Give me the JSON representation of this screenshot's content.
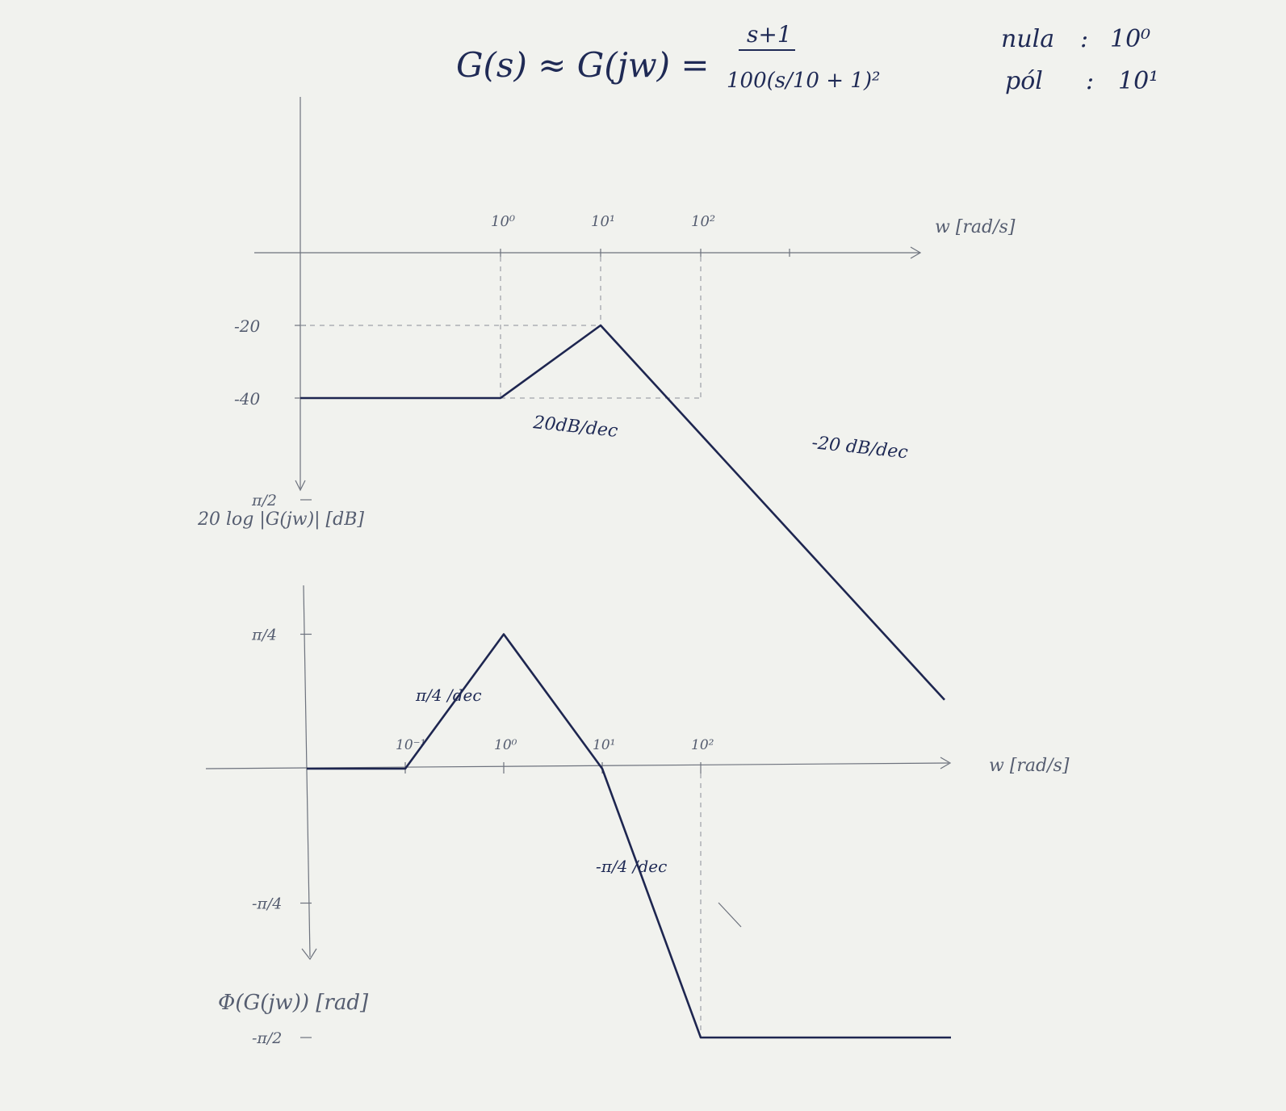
{
  "header": {
    "lhs": "G(s) ≈ G(jw) =",
    "numerator": "s+1",
    "denominator": "100(s/10 + 1)²",
    "zero_label": "nula",
    "zero_value": "10⁰",
    "pole_label": "pól",
    "pole_value": "10¹"
  },
  "chart_data": [
    {
      "type": "line",
      "title": "",
      "xlabel": "w [rad/s]",
      "ylabel": "20 log |G(jw)| [dB]",
      "x_scale": "log",
      "x_tick_labels": [
        "10⁰",
        "10¹",
        "10²"
      ],
      "x_ticks": [
        1,
        10,
        100
      ],
      "y_tick_labels": [
        "-20",
        "-40"
      ],
      "y_ticks": [
        -20,
        -40
      ],
      "series": [
        {
          "x": [
            0.01,
            1,
            10,
            1000
          ],
          "y": [
            -40,
            -40,
            -20,
            -80
          ]
        }
      ],
      "annotations": [
        "20dB/dec",
        "-20 dB/dec"
      ]
    },
    {
      "type": "line",
      "title": "",
      "xlabel": "w [rad/s]",
      "ylabel": "Φ(G(jw)) [rad]",
      "x_scale": "log",
      "x_tick_labels": [
        "10⁻¹",
        "10⁰",
        "10¹",
        "10²"
      ],
      "x_ticks": [
        0.1,
        1,
        10,
        100
      ],
      "y_tick_labels": [
        "π/2",
        "π/4",
        "-π/4",
        "-π/2"
      ],
      "y_ticks": [
        1.5708,
        0.7854,
        -0.7854,
        -1.5708
      ],
      "series": [
        {
          "x": [
            0.01,
            0.1,
            1,
            10,
            100,
            1000
          ],
          "y": [
            0,
            0,
            0.7854,
            0,
            -1.5708,
            -1.5708
          ]
        }
      ],
      "annotations": [
        "π/4 /dec",
        "-π/4 /dec"
      ]
    }
  ]
}
